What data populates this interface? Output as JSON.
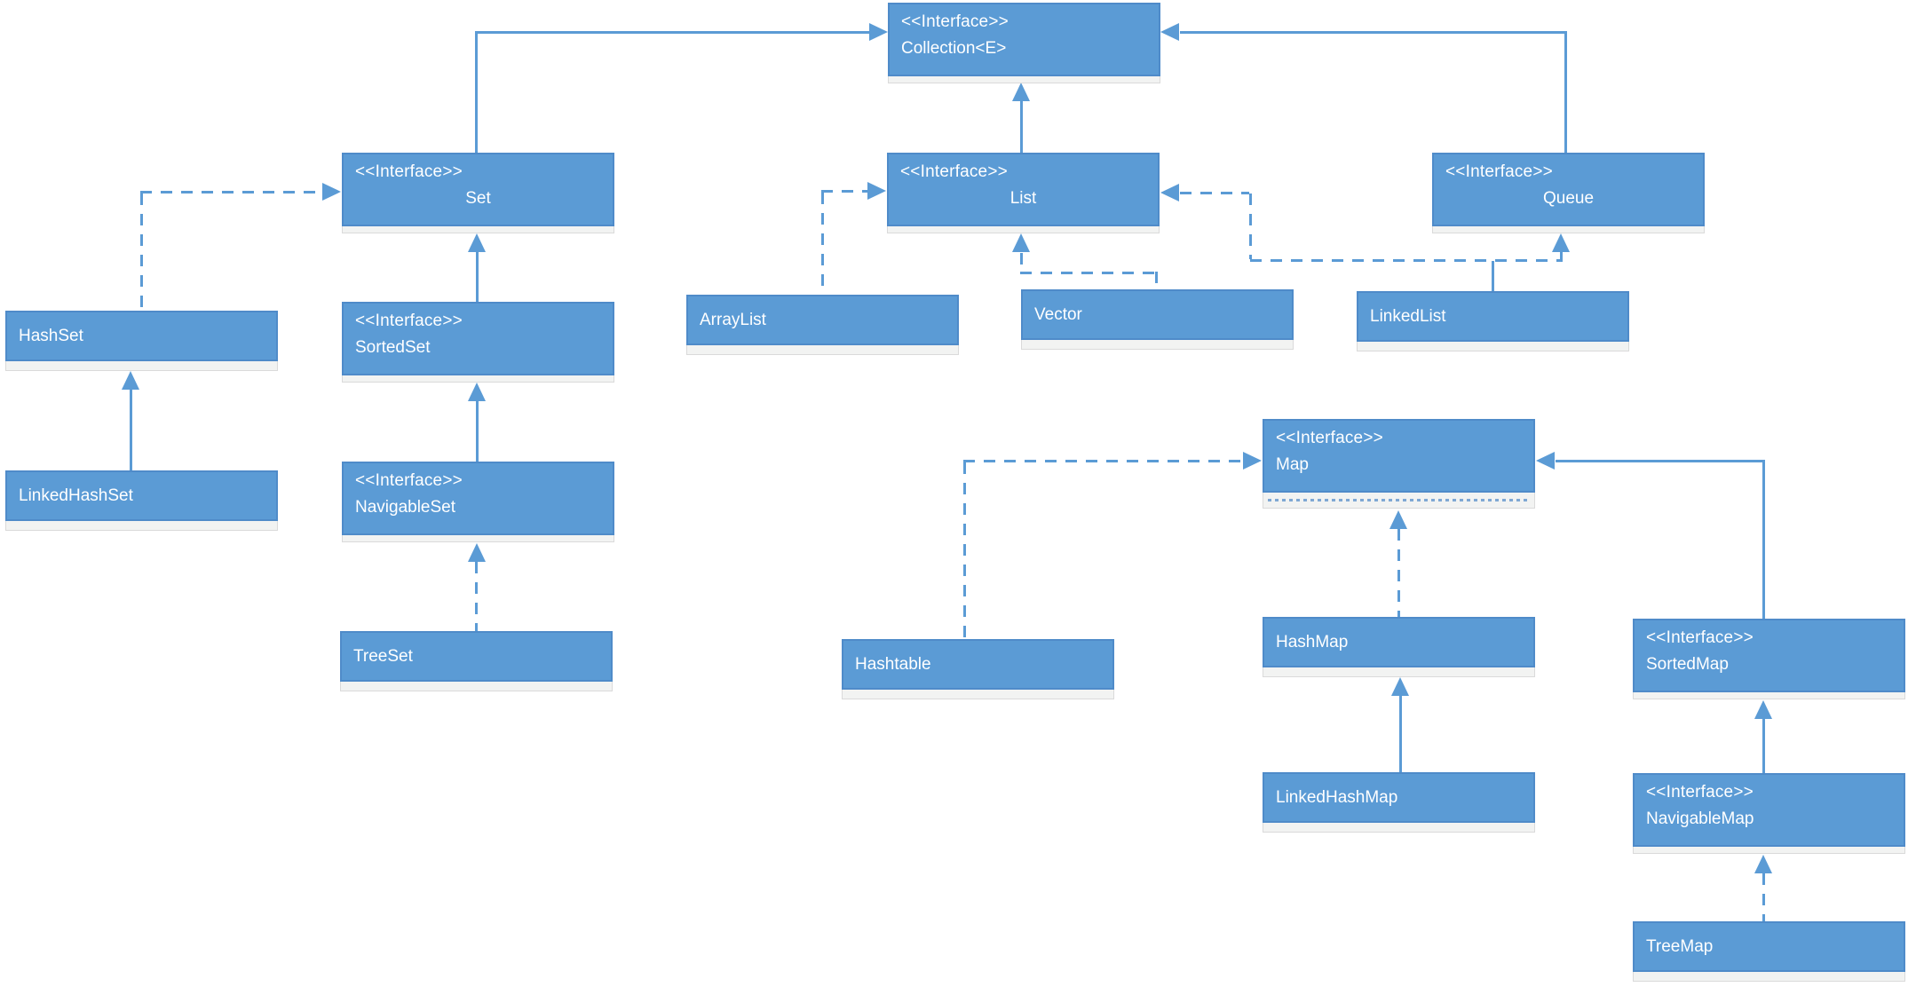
{
  "kind": "uml-class-diagram",
  "colors": {
    "node_fill": "#5b9bd5",
    "node_border": "#4f8bc9",
    "node_text": "#ffffff",
    "connector": "#5b9bd5",
    "compartment_fill": "#f2f3f2",
    "compartment_border": "#dadada",
    "background": "#ffffff"
  },
  "nodes": {
    "collection": {
      "stereotype": "<<Interface>>",
      "name": "Collection<E>"
    },
    "set": {
      "stereotype": "<<Interface>>",
      "name": "Set"
    },
    "list": {
      "stereotype": "<<Interface>>",
      "name": "List"
    },
    "queue": {
      "stereotype": "<<Interface>>",
      "name": "Queue"
    },
    "sortedset": {
      "stereotype": "<<Interface>>",
      "name": "SortedSet"
    },
    "navigableset": {
      "stereotype": "<<Interface>>",
      "name": "NavigableSet"
    },
    "map": {
      "stereotype": "<<Interface>>",
      "name": "Map"
    },
    "sortedmap": {
      "stereotype": "<<Interface>>",
      "name": "SortedMap"
    },
    "navigablemap": {
      "stereotype": "<<Interface>>",
      "name": "NavigableMap"
    },
    "hashset": {
      "name": "HashSet"
    },
    "linkedhashset": {
      "name": "LinkedHashSet"
    },
    "treeset": {
      "name": "TreeSet"
    },
    "arraylist": {
      "name": "ArrayList"
    },
    "vector": {
      "name": "Vector"
    },
    "linkedlist": {
      "name": "LinkedList"
    },
    "hashtable": {
      "name": "Hashtable"
    },
    "hashmap": {
      "name": "HashMap"
    },
    "linkedhashmap": {
      "name": "LinkedHashMap"
    },
    "treemap": {
      "name": "TreeMap"
    }
  },
  "edges": [
    {
      "from": "Set",
      "to": "Collection<E>",
      "style": "solid"
    },
    {
      "from": "List",
      "to": "Collection<E>",
      "style": "solid"
    },
    {
      "from": "Queue",
      "to": "Collection<E>",
      "style": "solid"
    },
    {
      "from": "HashSet",
      "to": "Set",
      "style": "dashed"
    },
    {
      "from": "LinkedHashSet",
      "to": "HashSet",
      "style": "solid"
    },
    {
      "from": "SortedSet",
      "to": "Set",
      "style": "solid"
    },
    {
      "from": "NavigableSet",
      "to": "SortedSet",
      "style": "solid"
    },
    {
      "from": "TreeSet",
      "to": "NavigableSet",
      "style": "dashed"
    },
    {
      "from": "ArrayList",
      "to": "List",
      "style": "dashed"
    },
    {
      "from": "Vector",
      "to": "List",
      "style": "dashed"
    },
    {
      "from": "LinkedList",
      "to": "List",
      "style": "dashed"
    },
    {
      "from": "LinkedList",
      "to": "Queue",
      "style": "dashed"
    },
    {
      "from": "Hashtable",
      "to": "Map",
      "style": "dashed"
    },
    {
      "from": "HashMap",
      "to": "Map",
      "style": "dashed"
    },
    {
      "from": "LinkedHashMap",
      "to": "HashMap",
      "style": "solid"
    },
    {
      "from": "SortedMap",
      "to": "Map",
      "style": "solid"
    },
    {
      "from": "NavigableMap",
      "to": "SortedMap",
      "style": "solid"
    },
    {
      "from": "TreeMap",
      "to": "NavigableMap",
      "style": "dashed"
    }
  ]
}
